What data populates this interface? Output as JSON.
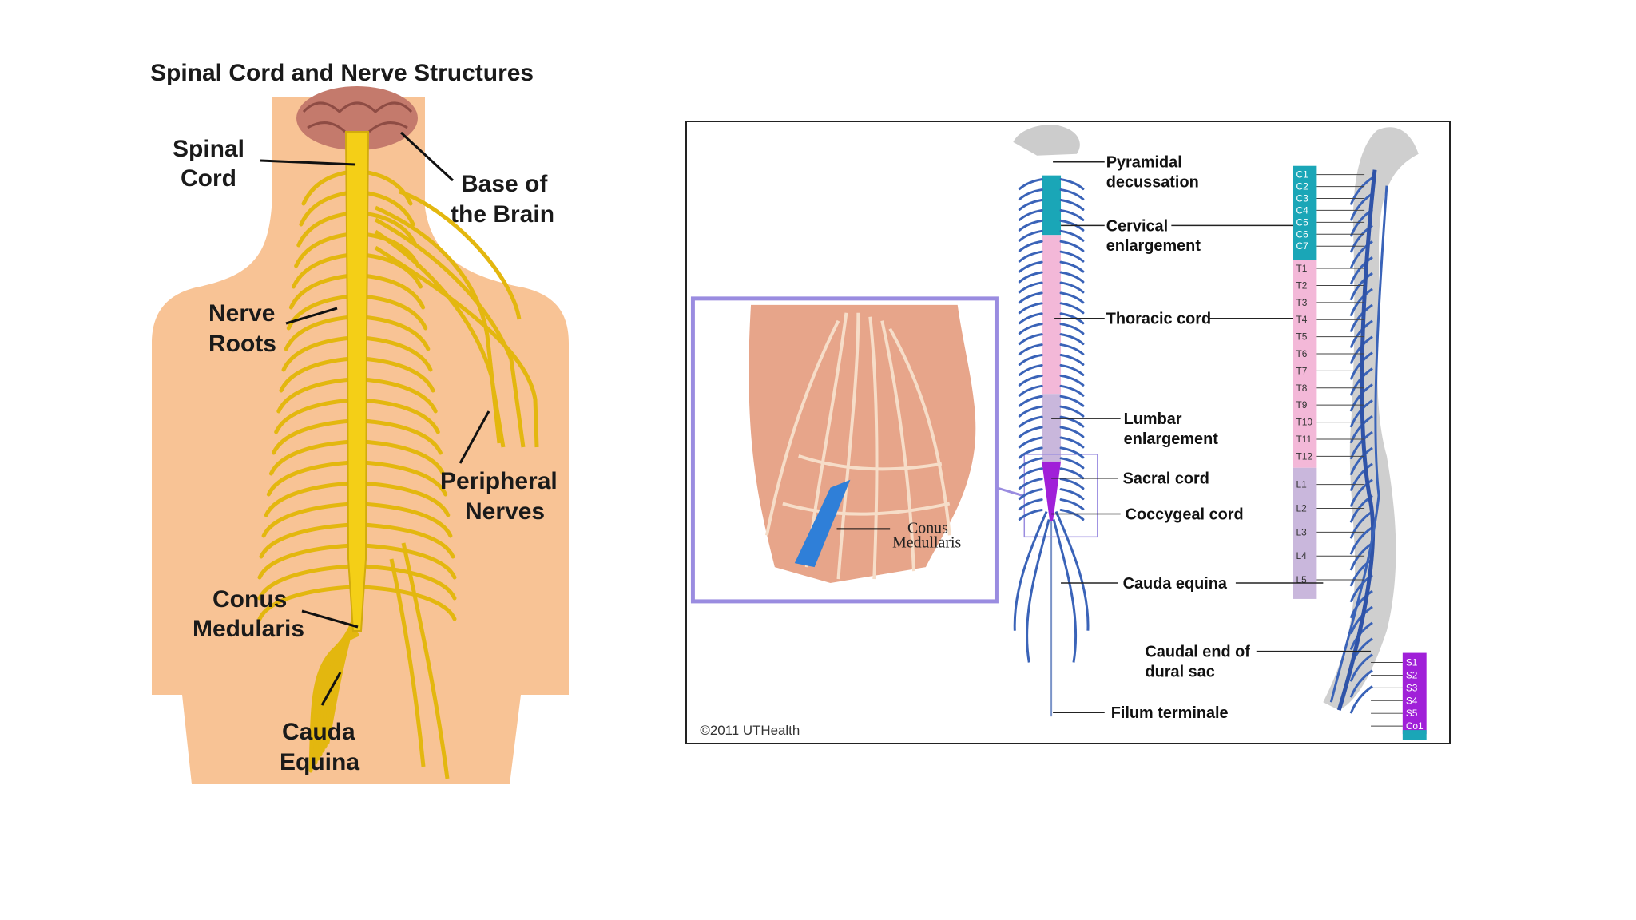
{
  "left": {
    "title": "Spinal Cord and Nerve Structures",
    "labels": {
      "spinal_cord": [
        "Spinal",
        "Cord"
      ],
      "base_of_brain": [
        "Base of",
        "the Brain"
      ],
      "nerve_roots": [
        "Nerve",
        "Roots"
      ],
      "peripheral_nerves": [
        "Peripheral",
        "Nerves"
      ],
      "conus_medularis": [
        "Conus",
        "Medularis"
      ],
      "cauda_equina": [
        "Cauda",
        "Equina"
      ]
    }
  },
  "right": {
    "inset_label": [
      "Conus",
      "Medullaris"
    ],
    "labels": {
      "pyramidal": [
        "Pyramidal",
        "decussation"
      ],
      "cervical": [
        "Cervical",
        "enlargement"
      ],
      "thoracic": "Thoracic cord",
      "lumbar": [
        "Lumbar",
        "enlargement"
      ],
      "sacral": "Sacral cord",
      "coccygeal": "Coccygeal cord",
      "cauda": "Cauda equina",
      "caudal_end": [
        "Caudal end of",
        "dural sac"
      ],
      "filum": "Filum terminale"
    },
    "copyright": "©2011 UTHealth",
    "vertebrae_cervical": [
      "C1",
      "C2",
      "C3",
      "C4",
      "C5",
      "C6",
      "C7"
    ],
    "vertebrae_thoracic": [
      "T1",
      "T2",
      "T3",
      "T4",
      "T5",
      "T6",
      "T7",
      "T8",
      "T9",
      "T10",
      "T11",
      "T12"
    ],
    "vertebrae_lumbar": [
      "L1",
      "L2",
      "L3",
      "L4",
      "L5"
    ],
    "vertebrae_sacral": [
      "S1",
      "S2",
      "S3",
      "S4",
      "S5",
      "Co1"
    ]
  },
  "colors": {
    "skin": "#f8c395",
    "cord_yellow": "#f4cf17",
    "cervical_teal": "#1aa6b7",
    "thoracic_pink": "#f3b8d8",
    "lumbar_lavender": "#c9b7dc",
    "sacral_purple": "#a020d8",
    "nerve_blue": "#3a63b8",
    "inset_border": "#9a8ce0"
  }
}
